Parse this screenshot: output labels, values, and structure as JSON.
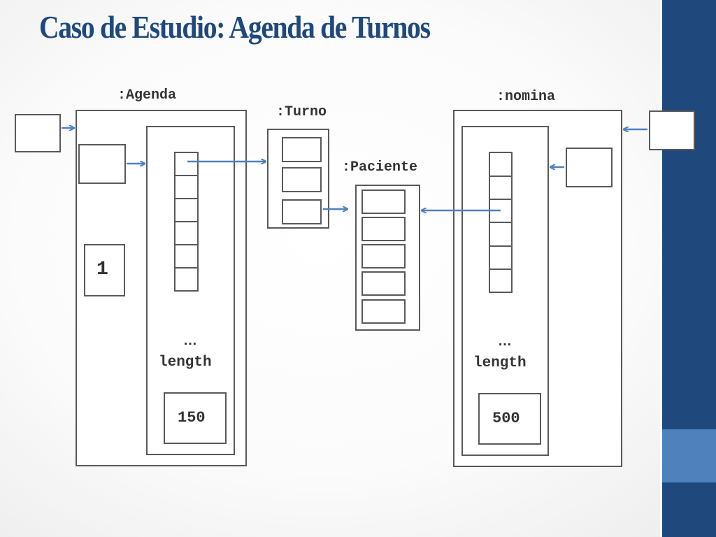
{
  "slide": {
    "title": "Caso de Estudio: Agenda de Turnos",
    "colors": {
      "title": "#1f497d",
      "sidebar": "#1f497d",
      "sidebar_accent": "#4f81bd",
      "arrow": "#4f81bd",
      "box_border": "#595959"
    }
  },
  "diagram": {
    "agenda": {
      "label": ":Agenda",
      "counter_value": "1",
      "array_ellipsis": "…",
      "length_label": "length",
      "length_value": "150"
    },
    "turno": {
      "label": ":Turno"
    },
    "paciente": {
      "label": ":Paciente"
    },
    "nomina": {
      "label": ":nomina",
      "array_ellipsis": "…",
      "length_label": "length",
      "length_value": "500"
    }
  }
}
